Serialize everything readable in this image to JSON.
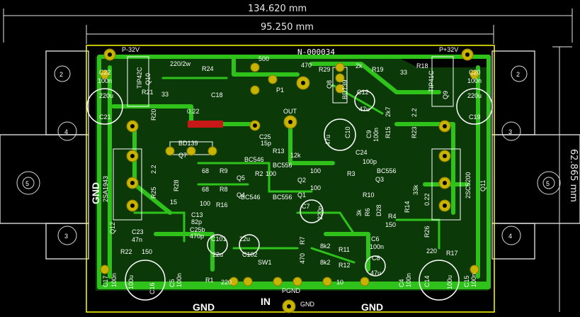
{
  "dimensions": {
    "outer_width": "134.620 mm",
    "inner_width": "95.250 mm",
    "height": "62.865 mm"
  },
  "net_label": "N-000034",
  "rail_labels": {
    "neg": "P-32V",
    "pos": "P+32V"
  },
  "zones": {
    "gnd_bottom_left": "GND",
    "gnd_bottom_right": "GND",
    "gnd_left": "GND",
    "gnd_pad": "GND",
    "pgnd": "PGND",
    "in": "IN",
    "out": "OUT"
  },
  "hole_numbers": [
    "2",
    "4",
    "5",
    "3"
  ],
  "components": [
    {
      "ref": "C22",
      "val": "100n"
    },
    {
      "ref": "C21",
      "val": "220u"
    },
    {
      "ref": "C20",
      "val": "100n"
    },
    {
      "ref": "C19",
      "val": "220u"
    },
    {
      "ref": "C18",
      "val": ""
    },
    {
      "ref": "R24",
      "val": "220/2w"
    },
    {
      "ref": "R29",
      "val": "470"
    },
    {
      "ref": "R19",
      "val": "2k"
    },
    {
      "ref": "R18",
      "val": "33"
    },
    {
      "ref": "R21",
      "val": "33"
    },
    {
      "ref": "Q10",
      "val": "TIP42C"
    },
    {
      "ref": "Q9",
      "val": "TIP41C"
    },
    {
      "ref": "Q8",
      "val": "BD139"
    },
    {
      "ref": "Q7",
      "val": "BD139"
    },
    {
      "ref": "Q11",
      "val": "2SC5200"
    },
    {
      "ref": "Q12",
      "val": "2SA1943"
    },
    {
      "ref": "P1",
      "val": "500"
    },
    {
      "ref": "C12",
      "val": "47u"
    },
    {
      "ref": "C10",
      "val": "47u"
    },
    {
      "ref": "C9",
      "val": "100n"
    },
    {
      "ref": "C25",
      "val": "15p"
    },
    {
      "ref": "R13",
      "val": "12k"
    },
    {
      "ref": "C24",
      "val": "100p"
    },
    {
      "ref": "R15",
      "val": "2k7"
    },
    {
      "ref": "R23",
      "val": "2.2"
    },
    {
      "ref": "R20",
      "val": "0.22"
    },
    {
      "ref": "R25",
      "val": "2.2"
    },
    {
      "ref": "R28",
      "val": "15"
    },
    {
      "ref": "R9",
      "val": "68"
    },
    {
      "ref": "R8",
      "val": "68"
    },
    {
      "ref": "Q5",
      "val": "BC546"
    },
    {
      "ref": "Q4",
      "val": "BC546"
    },
    {
      "ref": "Q2",
      "val": "BC556"
    },
    {
      "ref": "Q1",
      "val": "BC556"
    },
    {
      "ref": "Q3",
      "val": "BC556"
    },
    {
      "ref": "R2",
      "val": "100"
    },
    {
      "ref": "R3",
      "val": "100"
    },
    {
      "ref": "R10",
      "val": "100"
    },
    {
      "ref": "R16",
      "val": "100"
    },
    {
      "ref": "R14",
      "val": "33k"
    },
    {
      "ref": "R26",
      "val": "0.22"
    },
    {
      "ref": "C23",
      "val": "47n"
    },
    {
      "ref": "R22",
      "val": "150"
    },
    {
      "ref": "C13",
      "val": "82p"
    },
    {
      "ref": "C25b",
      "val": "470p"
    },
    {
      "ref": "C101",
      "val": "22u"
    },
    {
      "ref": "C102",
      "val": "22u"
    },
    {
      "ref": "R11",
      "val": "8k2"
    },
    {
      "ref": "R12",
      "val": "8k2"
    },
    {
      "ref": "C6",
      "val": "100n"
    },
    {
      "ref": "C8",
      "val": "47u"
    },
    {
      "ref": "R17",
      "val": "220"
    },
    {
      "ref": "R1",
      "val": "220"
    },
    {
      "ref": "C17",
      "val": "100n"
    },
    {
      "ref": "C16",
      "val": "100u"
    },
    {
      "ref": "C5",
      "val": "100n"
    },
    {
      "ref": "C4",
      "val": "100n"
    },
    {
      "ref": "C14",
      "val": "100u"
    },
    {
      "ref": "C15",
      "val": "100n"
    },
    {
      "ref": "R4",
      "val": "150"
    },
    {
      "ref": "R6",
      "val": "3k"
    },
    {
      "ref": "D28",
      "val": ""
    },
    {
      "ref": "C7",
      "val": "220n"
    },
    {
      "ref": "R7",
      "val": "470"
    },
    {
      "ref": "SW1",
      "val": "10"
    }
  ],
  "colors": {
    "board": "#2ec21a",
    "edge": "#f2f000",
    "pad": "#c8b400",
    "dimension": "#e6e6e6",
    "background": "#000000"
  }
}
